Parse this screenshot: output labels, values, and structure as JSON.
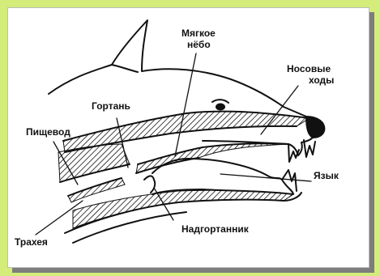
{
  "labels": {
    "soft_palate": [
      "Мягкое",
      "нёбо"
    ],
    "larynx": "Гортань",
    "nasal_passages": [
      "Носовые",
      "ходы"
    ],
    "esophagus": "Пищевод",
    "tongue": "Язык",
    "epiglottis": "Надгортанник",
    "trachea": "Трахея"
  },
  "colors": {
    "page_background": "#d4ed7a",
    "panel_background": "#ffffff",
    "panel_shadow": "#7d7d7d",
    "ink": "#111111"
  }
}
